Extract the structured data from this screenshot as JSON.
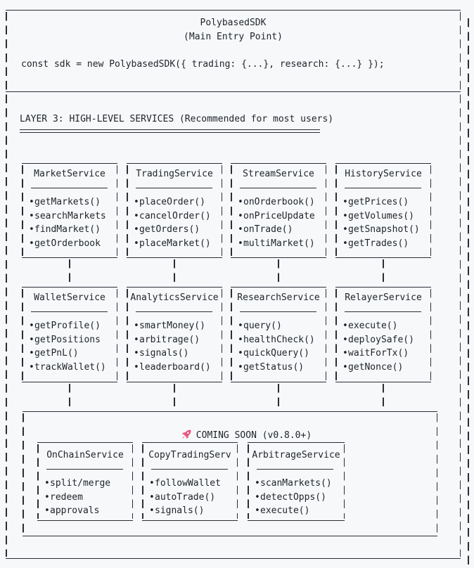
{
  "ui": {
    "bullet": "•",
    "background": "#f6f8fa",
    "line_color": "#2a2f36",
    "text_color": "#1f2328"
  },
  "header": {
    "title": "PolybasedSDK",
    "subtitle": "(Main Entry Point)",
    "code": "const sdk = new PolybasedSDK({ trading: {...}, research: {...} });"
  },
  "layer3": {
    "heading": "LAYER 3: HIGH-LEVEL SERVICES (Recommended for most users)"
  },
  "services": [
    {
      "title": "MarketService",
      "methods": [
        "getMarkets()",
        "searchMarkets",
        "findMarket()",
        "getOrderbook"
      ]
    },
    {
      "title": "TradingService",
      "methods": [
        "placeOrder()",
        "cancelOrder()",
        "getOrders()",
        "placeMarket()"
      ]
    },
    {
      "title": "StreamService",
      "methods": [
        "onOrderbook()",
        "onPriceUpdate",
        "onTrade()",
        "multiMarket()"
      ]
    },
    {
      "title": "HistoryService",
      "methods": [
        "getPrices()",
        "getVolumes()",
        "getSnapshot()",
        "getTrades()"
      ]
    },
    {
      "title": "WalletService",
      "methods": [
        "getProfile()",
        "getPositions",
        "getPnL()",
        "trackWallet()"
      ]
    },
    {
      "title": "AnalyticsService",
      "methods": [
        "smartMoney()",
        "arbitrage()",
        "signals()",
        "leaderboard()"
      ]
    },
    {
      "title": "ResearchService",
      "methods": [
        "query()",
        "healthCheck()",
        "quickQuery()",
        "getStatus()"
      ]
    },
    {
      "title": "RelayerService",
      "methods": [
        "execute()",
        "deploySafe()",
        "waitForTx()",
        "getNonce()"
      ]
    }
  ],
  "coming_soon": {
    "label": "COMING SOON (v0.8.0+)",
    "icon": "rocket-icon",
    "icon_color": "#e8567d",
    "services": [
      {
        "title": "OnChainService",
        "methods": [
          "split/merge",
          "redeem",
          "approvals"
        ]
      },
      {
        "title": "CopyTradingServ",
        "methods": [
          "followWallet",
          "autoTrade()",
          "signals()"
        ]
      },
      {
        "title": "ArbitrageService",
        "methods": [
          "scanMarkets()",
          "detectOpps()",
          "execute()"
        ]
      }
    ]
  }
}
